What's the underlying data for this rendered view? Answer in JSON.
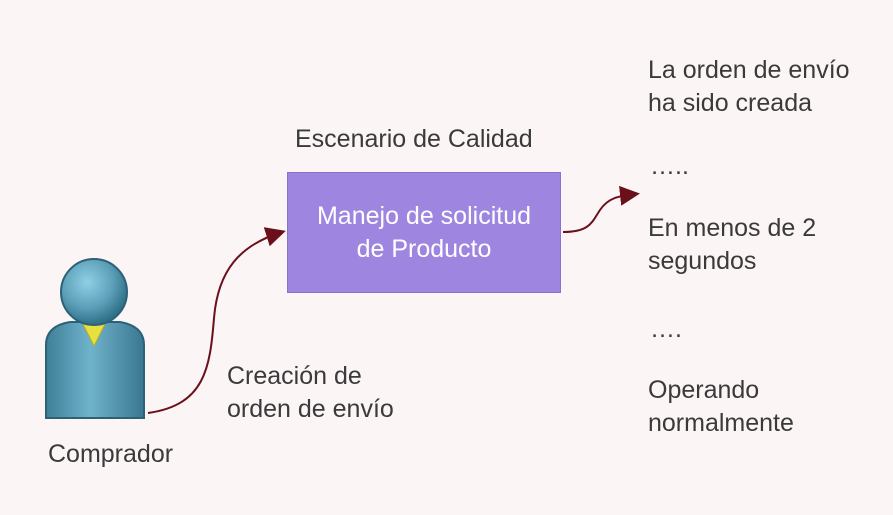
{
  "quality_scenario": {
    "title": "Escenario de Calidad",
    "artifact": [
      "Manejo de solicitud",
      "de Producto"
    ]
  },
  "source": {
    "label": "Comprador",
    "icon": "person-icon"
  },
  "stimulus": [
    "Creación de",
    "orden de envío"
  ],
  "responses": [
    [
      "La orden de envío",
      "ha sido creada"
    ],
    [
      "En menos de 2",
      "segundos"
    ],
    [
      "Operando",
      "normalmente"
    ]
  ],
  "separators": [
    "…..",
    "…."
  ],
  "colors": {
    "background": "#fbf5f6",
    "artifact_box": "#9e86e0",
    "arrow": "#6b0f1a",
    "actor_body": "#5f9eb5",
    "actor_collar": "#e8e040"
  }
}
